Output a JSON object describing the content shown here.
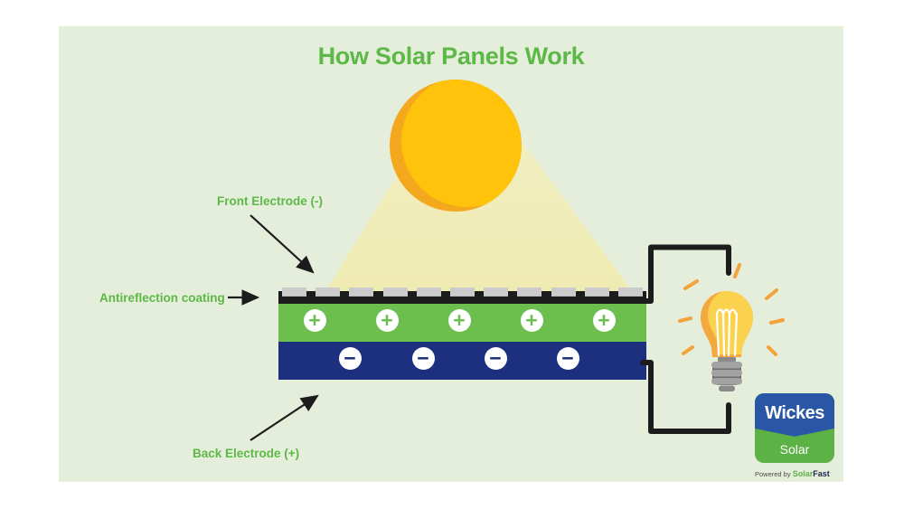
{
  "title": {
    "text": "How Solar Panels Work"
  },
  "labels": {
    "front_electrode": "Front Electrode (-)",
    "antireflection_coating": "Antireflection coating",
    "back_electrode": "Back Electrode (+)"
  },
  "panel": {
    "plus_symbol": "+",
    "minus_symbol": "−",
    "positive_count": 5,
    "negative_count": 4,
    "antireflection_tab_count": 11
  },
  "logo": {
    "brand": "Wickes",
    "product": "Solar",
    "powered_by_prefix": "Powered by",
    "powered_by_brand": "Solar",
    "powered_by_brand_suffix": "Fast"
  },
  "colors": {
    "canvas_background": "#E5EEDA",
    "brand_green": "#5CB947",
    "panel_green": "#6CBF4C",
    "panel_blue": "#1D3080",
    "electrode_black": "#1C1C1C",
    "tab_gray": "#CBCBCB",
    "sun_yellow": "#FFC30B",
    "sun_shade_orange": "#F4A81E",
    "beam_yellow": "#F0EDBD",
    "bulb_yellow": "#FBD24E",
    "bulb_shade_orange": "#F3A93D",
    "ray_orange": "#F2A33B",
    "logo_blue": "#2A57A5",
    "logo_green": "#5CB245"
  }
}
